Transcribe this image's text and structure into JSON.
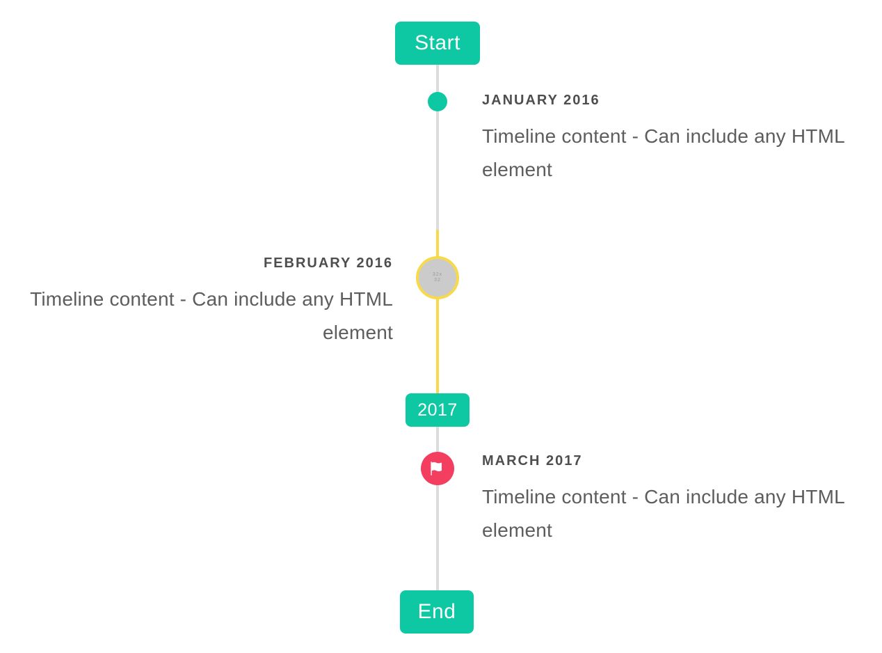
{
  "timeline": {
    "start_badge": "Start",
    "year_badge": "2017",
    "end_badge": "End",
    "events": [
      {
        "date": "JANUARY 2016",
        "content": "Timeline content - Can include any HTML element",
        "side": "right",
        "marker": "dot-icon"
      },
      {
        "date": "FEBRUARY 2016",
        "content": "Timeline content - Can include any HTML element",
        "side": "left",
        "marker": "avatar-icon",
        "avatar_placeholder": "32x32"
      },
      {
        "date": "MARCH 2017",
        "content": "Timeline content - Can include any HTML element",
        "side": "right",
        "marker": "flag-icon"
      }
    ],
    "colors": {
      "accent_teal": "#0dc8a3",
      "highlight_yellow": "#f8d94e",
      "marker_red": "#f43e5f",
      "line_gray": "#dcdcdc",
      "avatar_gray": "#cbcbcb",
      "date_text": "#4e4e4e",
      "content_text": "#5d5d5d"
    }
  }
}
